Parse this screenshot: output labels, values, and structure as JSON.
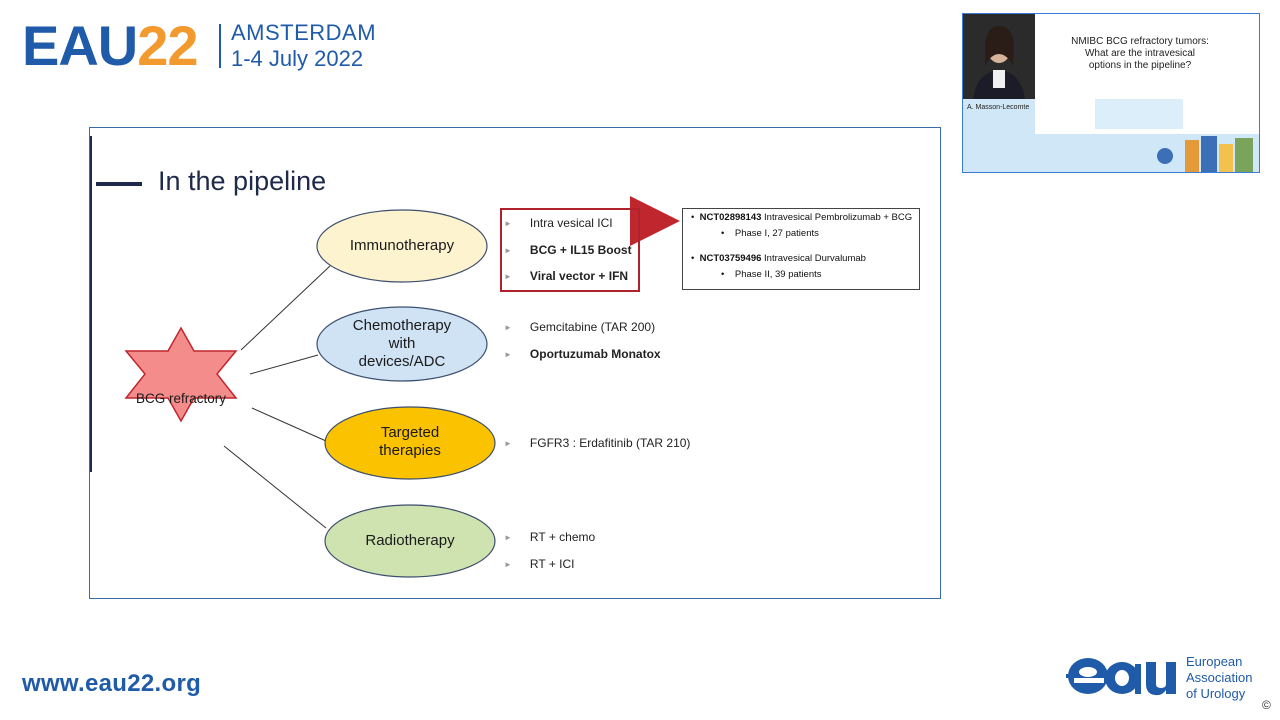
{
  "header": {
    "logo_eau": "EAU",
    "logo_year": "22",
    "city": "AMSTERDAM",
    "dates": "1-4 July 2022"
  },
  "footer": {
    "url": "www.eau22.org",
    "org_line1": "European",
    "org_line2": "Association",
    "org_line3": "of Urology",
    "copyright": "©"
  },
  "video": {
    "speaker_name": "A. Masson-Lecomte",
    "title_line1": "NMIBC BCG refractory tumors:",
    "title_line2": "What are the intravesical",
    "title_line3": "options in the pipeline?"
  },
  "slide": {
    "title": "In the pipeline",
    "center_node": "BCG refractory",
    "branches": [
      {
        "label_lines": [
          "Immunotherapy"
        ],
        "fill": "#fdf3cf",
        "bullets": [
          {
            "text": "Intra vesical ICI",
            "bold": false
          },
          {
            "text": "BCG + IL15 Boost",
            "bold": true
          },
          {
            "text": "Viral vector + IFN",
            "bold": true
          }
        ]
      },
      {
        "label_lines": [
          "Chemotherapy",
          "with",
          "devices/ADC"
        ],
        "fill": "#cfe3f5",
        "bullets": [
          {
            "text": "Gemcitabine (TAR 200)",
            "bold": false
          },
          {
            "text": "Oportuzumab Monatox",
            "bold": true
          }
        ]
      },
      {
        "label_lines": [
          "Targeted",
          "therapies"
        ],
        "fill": "#fbc200",
        "bullets": [
          {
            "text": "FGFR3 : Erdafitinib (TAR 210)",
            "bold": false
          }
        ]
      },
      {
        "label_lines": [
          "Radiotherapy"
        ],
        "fill": "#cfe3b0",
        "bullets": [
          {
            "text": "RT + chemo",
            "bold": false
          },
          {
            "text": "RT + ICI",
            "bold": false
          }
        ]
      }
    ],
    "trials": [
      {
        "id": "NCT02898143",
        "desc": "Intravesical Pembrolizumab + BCG",
        "sub": "Phase I, 27 patients"
      },
      {
        "id": "NCT03759496",
        "desc": "Intravesical Durvalumab",
        "sub": "Phase II, 39 patients"
      }
    ],
    "colors": {
      "star_fill": "#f48c8c",
      "star_stroke": "#c0262d",
      "ici_box": "#b0222a",
      "arrow": "#c0262d"
    }
  }
}
